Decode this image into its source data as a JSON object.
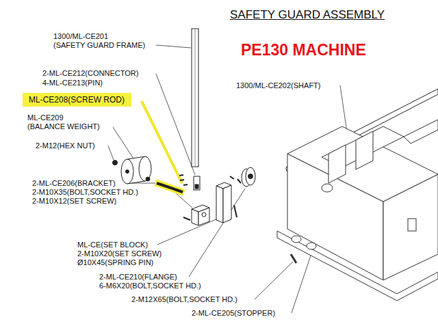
{
  "diagram": {
    "title": "SAFETY GUARD ASSEMBLY",
    "nodes": [
      {
        "text": [
          "ML-CE208(SCREW ROD)"
        ]
      }
    ],
    "labels": [
      "PE130 MACHINE",
      "1300/ML-CE201",
      "(SAFETY GUARD FRAME)",
      "2-ML-CE212(CONNECTOR)",
      "4-ML-CE213(PIN)",
      "ML-CE209",
      "(BALANCE WEIGHT)",
      "1300/ML-CE202(SHAFT)",
      "2-M12(HEX NUT)",
      "2-ML-CE206(BRACKET)",
      "2-M10X35(BOLT,SOCKET HD.)",
      "2-M10X12(SET SCREW)",
      "ML-CE(SET BLOCK)",
      "2-M10X20(SET SCREW)",
      "Ø10X45(SPRING PIN)",
      "2-ML-CE210(FLANGE)",
      "6-M6X20(BOLT,SOCKET HD.)",
      "2-M12X65(BOLT,SOCKET HD.)",
      "2-ML-CE205(STOPPER)"
    ]
  }
}
